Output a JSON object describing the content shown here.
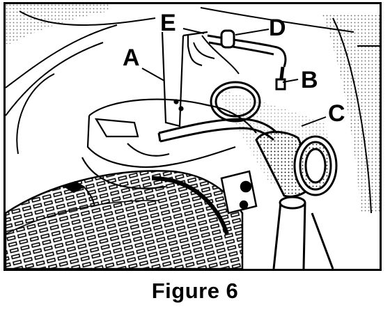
{
  "figure": {
    "caption": "Figure 6",
    "callouts": {
      "A": "A",
      "B": "B",
      "C": "C",
      "D": "D",
      "E": "E"
    }
  },
  "colors": {
    "ink": "#000000",
    "paper": "#ffffff"
  }
}
